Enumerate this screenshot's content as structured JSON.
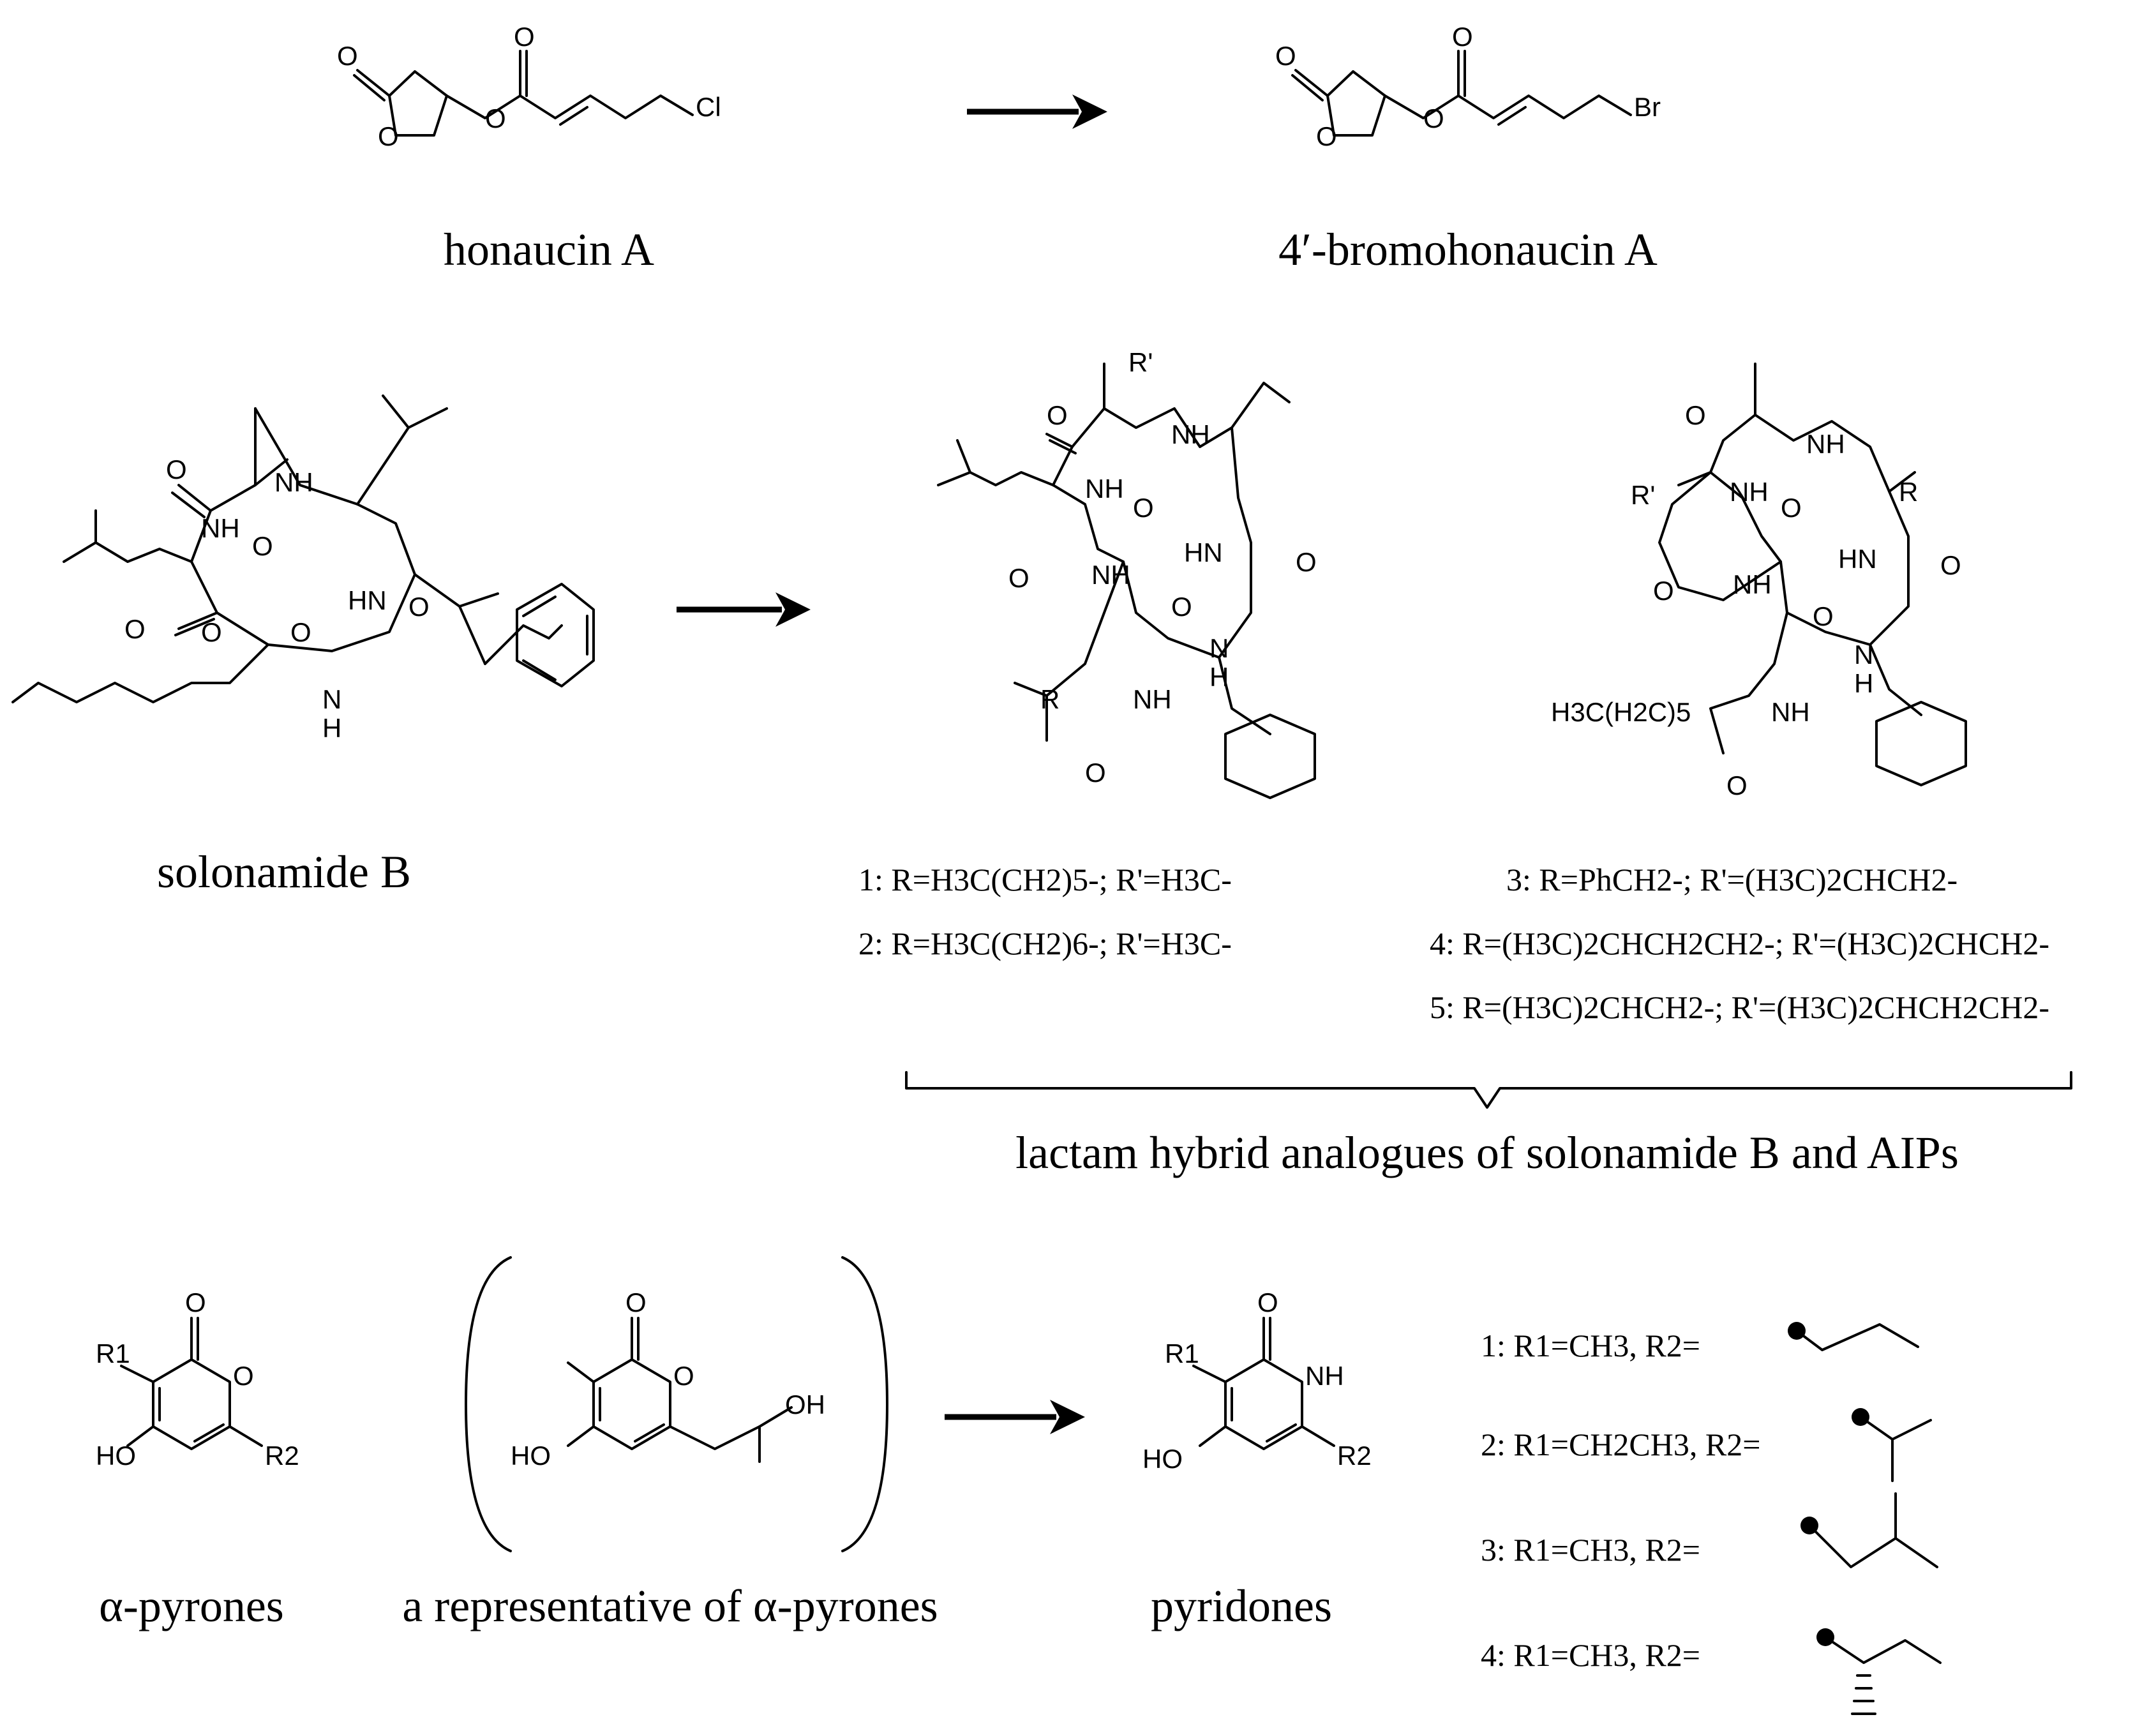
{
  "row1": {
    "honaucin_a": {
      "caption": "honaucin A",
      "atoms": {
        "carbonyl_o": "O",
        "ring_o": "O",
        "ester_o": "O",
        "ester_carbonyl_o": "O",
        "halogen": "Cl"
      }
    },
    "bromohonaucin_a": {
      "caption": "4′-bromohonaucin A",
      "atoms": {
        "carbonyl_o": "O",
        "ring_o": "O",
        "ester_o": "O",
        "ester_carbonyl_o": "O",
        "halogen": "Br"
      }
    }
  },
  "row2": {
    "solonamide_b": {
      "caption": "solonamide B",
      "atoms": {
        "o1": "O",
        "nh1": "NH",
        "nh2": "NH",
        "hn1": "HN",
        "o2": "O",
        "o3": "O",
        "o4": "O",
        "o5": "O",
        "o6": "O",
        "nh3": "N",
        "h3": "H"
      }
    },
    "analog_a": {
      "atoms": {
        "rp": "R'",
        "o1": "O",
        "nh1": "NH",
        "nh2": "NH",
        "o2": "O",
        "hn1": "HN",
        "o3": "O",
        "o4": "O",
        "nh3": "NH",
        "o5": "O",
        "n4": "N",
        "h4": "H",
        "r": "R",
        "nh5": "NH",
        "o6": "O"
      }
    },
    "analog_b": {
      "atoms": {
        "o1": "O",
        "nh1": "NH",
        "rp": "R'",
        "nh2": "NH",
        "o2": "O",
        "r": "R",
        "hn1": "HN",
        "o3": "O",
        "o4": "O",
        "nh3": "NH",
        "o5": "O",
        "n4": "N",
        "h4": "H",
        "chain": "H3C(H2C)5",
        "nh5": "NH",
        "o6": "O"
      }
    },
    "definitions": [
      "1: R=H3C(CH2)5-; R'=H3C-",
      "2: R=H3C(CH2)6-; R'=H3C-",
      "3: R=PhCH2-; R'=(H3C)2CHCH2-",
      "4: R=(H3C)2CHCH2CH2-; R'=(H3C)2CHCH2-",
      "5: R=(H3C)2CHCH2-; R'=(H3C)2CHCH2CH2-"
    ],
    "brace_caption": "lactam hybrid analogues of solonamide B and AIPs"
  },
  "row3": {
    "pyrones": {
      "caption": "α-pyrones",
      "atoms": {
        "o_carbonyl": "O",
        "o_ring": "O",
        "r1": "R1",
        "ho": "HO",
        "r2": "R2"
      }
    },
    "representative": {
      "caption": "a representative of α-pyrones",
      "atoms": {
        "o_carbonyl": "O",
        "o_ring": "O",
        "ho": "HO",
        "oh": "OH"
      }
    },
    "pyridones": {
      "caption": "pyridones",
      "atoms": {
        "o_carbonyl": "O",
        "nh": "NH",
        "r1": "R1",
        "ho": "HO",
        "r2": "R2"
      }
    },
    "definitions": [
      "1: R1=CH3, R2=",
      "2: R1=CH2CH3, R2=",
      "3: R1=CH3, R2=",
      "4: R1=CH3, R2="
    ]
  }
}
